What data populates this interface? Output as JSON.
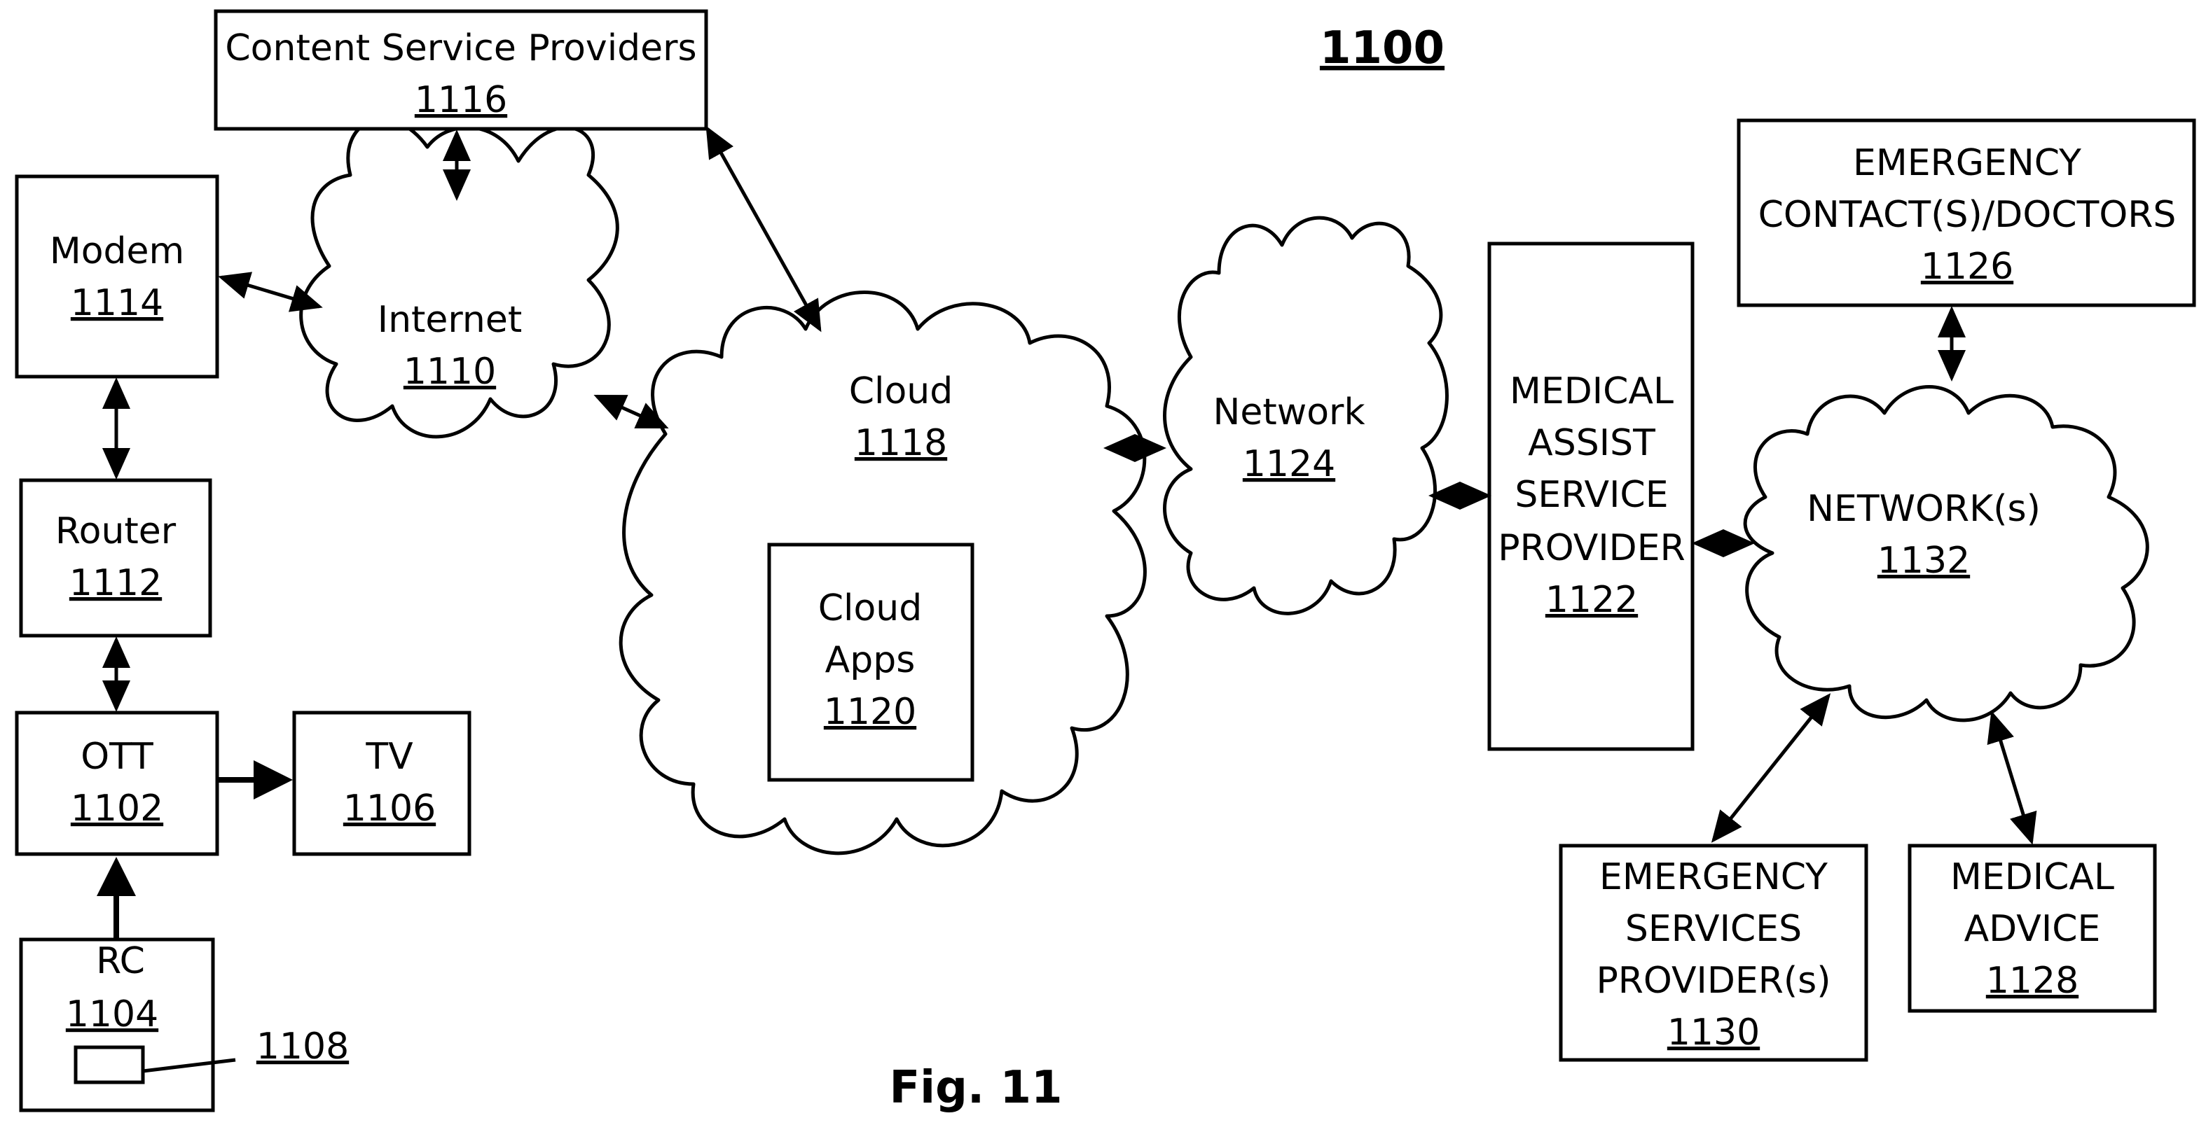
{
  "figure_number": "1100",
  "caption": "Fig. 11",
  "nodes": {
    "content_service_providers": {
      "label": "Content Service Providers",
      "number": "1116"
    },
    "modem": {
      "label": "Modem",
      "number": "1114"
    },
    "internet": {
      "label": "Internet",
      "number": "1110"
    },
    "router": {
      "label": "Router",
      "number": "1112"
    },
    "ott": {
      "label": "OTT",
      "number": "1102"
    },
    "tv": {
      "label": "TV",
      "number": "1106"
    },
    "rc": {
      "label": "RC",
      "number": "1104"
    },
    "rc_button": {
      "number": "1108"
    },
    "cloud": {
      "label": "Cloud",
      "number": "1118"
    },
    "cloud_apps": {
      "line1": "Cloud",
      "line2": "Apps",
      "number": "1120"
    },
    "network": {
      "label": "Network",
      "number": "1124"
    },
    "medical_assist": {
      "line1": "MEDICAL",
      "line2": "ASSIST",
      "line3": "SERVICE",
      "line4": "PROVIDER",
      "number": "1122"
    },
    "emergency_contacts": {
      "line1": "EMERGENCY",
      "line2": "CONTACT(S)/DOCTORS",
      "number": "1126"
    },
    "networks": {
      "label": "NETWORK(s)",
      "number": "1132"
    },
    "emergency_services": {
      "line1": "EMERGENCY",
      "line2": "SERVICES",
      "line3": "PROVIDER(s)",
      "number": "1130"
    },
    "medical_advice": {
      "line1": "MEDICAL",
      "line2": "ADVICE",
      "number": "1128"
    }
  }
}
